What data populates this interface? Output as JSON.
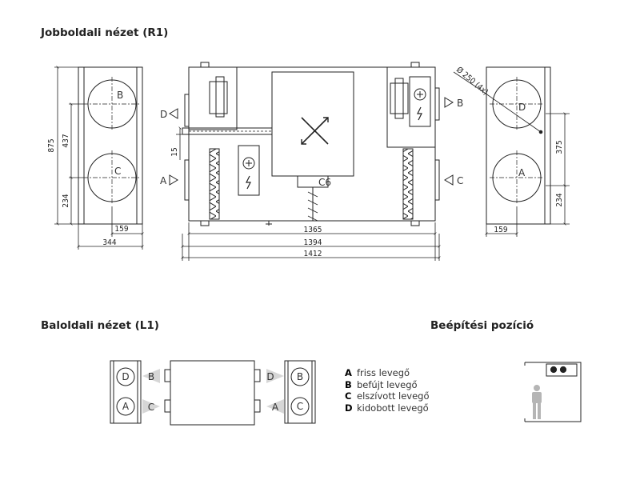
{
  "titles": {
    "right_view": "Jobboldali nézet (R1)",
    "left_view": "Baloldali nézet (L1)",
    "install_position": "Beépítési pozíció"
  },
  "dimensions": {
    "height_total": "875",
    "height_upper": "437",
    "height_lower_left": "234",
    "height_lower_right": "234",
    "height_between_right": "375",
    "side_offset_left": "159",
    "side_offset_right": "159",
    "side_width": "344",
    "offset_15": "15",
    "width_1365": "1365",
    "width_1394": "1394",
    "width_1412": "1412",
    "duct_diameter": "Ø 250 (4x)"
  },
  "ports": {
    "top_left": "D",
    "top_right": "B",
    "bottom_left": "A",
    "bottom_right": "C",
    "circle_left_top": "B",
    "circle_left_bottom": "C",
    "circle_right_top": "D",
    "circle_right_bottom": "A",
    "filter_label": "C6",
    "l1_left_top_circle": "D",
    "l1_left_bottom_circle": "A",
    "l1_right_top_circle": "B",
    "l1_right_bottom_circle": "C",
    "l1_arrow_left_top": "B",
    "l1_arrow_left_bottom": "C",
    "l1_arrow_right_top": "D",
    "l1_arrow_right_bottom": "A"
  },
  "legend": [
    {
      "key": "A",
      "text": "friss levegő"
    },
    {
      "key": "B",
      "text": "befújt levegő"
    },
    {
      "key": "C",
      "text": "elszívott levegő"
    },
    {
      "key": "D",
      "text": "kidobott levegő"
    }
  ]
}
